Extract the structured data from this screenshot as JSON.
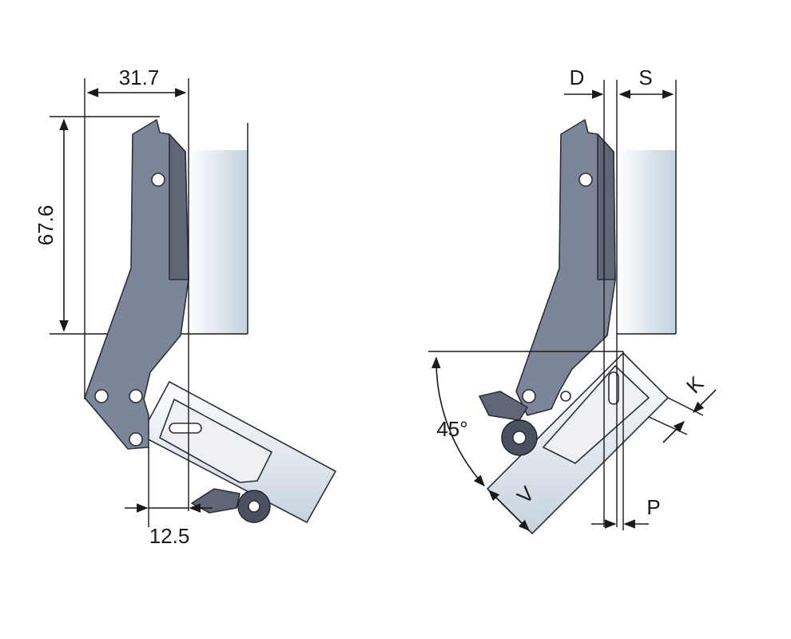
{
  "diagram": {
    "left_view": {
      "dim_width": "31.7",
      "dim_height": "67.6",
      "dim_bottom": "12.5"
    },
    "right_view": {
      "dim_d": "D",
      "dim_s": "S",
      "dim_angle": "45°",
      "dim_k": "K",
      "dim_v": "V",
      "dim_p": "P"
    },
    "colors": {
      "hinge_body": "#7d8698",
      "outline": "#2b2f3a",
      "panel_gradient_start": "#c9d6e3",
      "panel_gradient_end": "#ffffff"
    }
  }
}
